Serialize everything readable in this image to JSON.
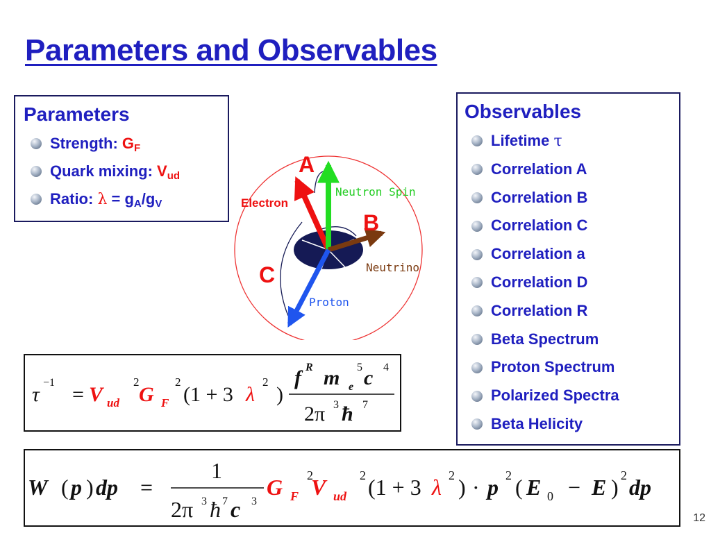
{
  "slide": {
    "title": "Parameters and Observables",
    "page_number": "12"
  },
  "parameters": {
    "heading": "Parameters",
    "strength_label": "Strength: ",
    "strength_symbol": "G",
    "strength_sub": "F",
    "quark_label": "Quark mixing: ",
    "quark_symbol": "V",
    "quark_sub": "ud",
    "ratio_label": "Ratio: ",
    "ratio_symbol": "λ",
    "ratio_rest": " = g",
    "ratio_sub_a": "A",
    "ratio_slash": "/g",
    "ratio_sub_v": "V"
  },
  "observables": {
    "heading": "Observables",
    "lifetime_label": "Lifetime ",
    "lifetime_symbol": "τ",
    "items": [
      "Correlation A",
      "Correlation B",
      "Correlation C",
      "Correlation a",
      "Correlation D",
      "Correlation R",
      "Beta Spectrum",
      "Proton Spectrum",
      "Polarized Spectra",
      "Beta Helicity"
    ]
  },
  "diagram": {
    "label_a": "A",
    "label_b": "B",
    "label_c": "C",
    "electron": "Electron",
    "neutron_spin": "Neutron Spin",
    "neutrino": "Neutrino",
    "proton": "Proton",
    "colors": {
      "electron": "#ee1111",
      "neutron_spin": "#22dd22",
      "neutrino": "#7a3a10",
      "proton": "#1f55ee",
      "disk": "#151a55",
      "circle": "#ee3333"
    }
  },
  "equations": {
    "eq1": {
      "tau": "τ",
      "tau_exp": "−1",
      "equals": "=",
      "V": "V",
      "V_sub": "ud",
      "sq1": "2",
      "G": "G",
      "G_sub": "F",
      "sq2": "2",
      "paren": "(1 + 3",
      "lambda": "λ",
      "sq3": "2",
      "close": ")",
      "num_f": "f",
      "num_R": "R",
      "num_m": "m",
      "num_e": "e",
      "num_5": "5",
      "num_c": "c",
      "num_4": "4",
      "den_2pi": "2π",
      "den_3": "3",
      "den_h": "ħ",
      "den_7": "7"
    },
    "eq2": {
      "W": "W",
      "open_p": "(",
      "p": "p",
      "close_p": ")",
      "dp": "dp",
      "equals": "=",
      "one": "1",
      "den_2pi": "2π",
      "den_3": "3",
      "den_h": "ħ",
      "den_7": "7",
      "den_c": "c",
      "den_c3": "3",
      "G": "G",
      "G_sub": "F",
      "sq1": "2",
      "V": "V",
      "V_sub": "ud",
      "sq2": "2",
      "paren": "(1 + 3",
      "lambda": "λ",
      "sq3": "2",
      "close": ")",
      "dot": "·",
      "p2": "p",
      "sq4": "2",
      "open_e": "(",
      "E0": "E",
      "E0_sub": "0",
      "minus": "−",
      "E": "E",
      "close_e": ")",
      "sq5": "2",
      "dp_end": "dp"
    }
  }
}
